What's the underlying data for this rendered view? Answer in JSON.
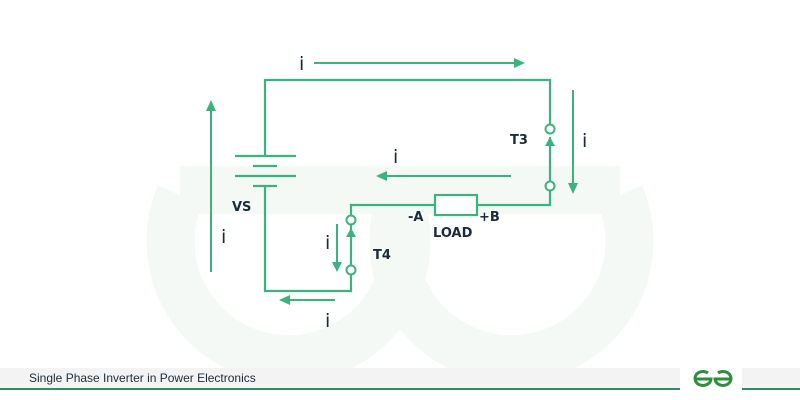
{
  "diagram": {
    "title": "Single Phase Inverter in Power Electronics",
    "labels": {
      "source": "VS",
      "thyristor_top": "T3",
      "thyristor_bottom": "T4",
      "load": "LOAD",
      "load_terminal_a": "-A",
      "load_terminal_b": "+B"
    },
    "current_labels": {
      "top": "i",
      "right": "i",
      "middle": "i",
      "left": "i",
      "t4": "i",
      "bottom": "i"
    },
    "colors": {
      "wire": "#3cb37f",
      "text": "#1a2b3c",
      "accent": "#2f8d5e"
    }
  },
  "footer": {
    "title": "Single Phase Inverter in Power Electronics",
    "logo": "geeksforgeeks-logo"
  }
}
